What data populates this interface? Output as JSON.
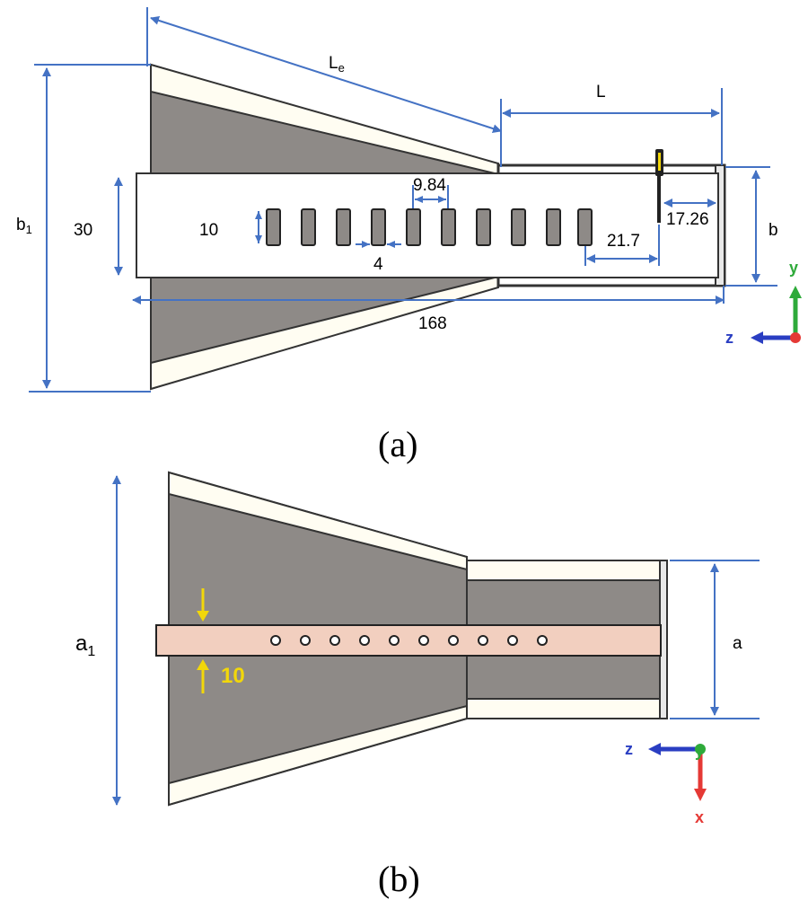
{
  "figure_a": {
    "caption": "(a)",
    "labels": {
      "Le_main": "L",
      "Le_sub": "e",
      "L": "L",
      "b1_main": "b",
      "b1_sub": "1",
      "b": "b",
      "height_30": "30",
      "slot_height": "10",
      "slot_pitch": "9.84",
      "slot_gap": "4",
      "last_slot_to_probe": "21.7",
      "probe_to_end": "17.26",
      "total_length": "168"
    },
    "axes": {
      "vertical": "y",
      "horizontal": "z"
    },
    "slot_count": 10
  },
  "figure_b": {
    "caption": "(b)",
    "labels": {
      "a1_main": "a",
      "a1_sub": "1",
      "a": "a",
      "strip_width": "10"
    },
    "axes": {
      "vertical": "x",
      "horizontal": "z",
      "out_of_plane": "y"
    },
    "hole_count": 10
  },
  "colors": {
    "dimension_line": "#4472c4",
    "horn_fill": "#8e8a87",
    "wall_fill": "#fffdf2",
    "strip_fill": "#f2cfbf",
    "axis_red": "#e53935",
    "axis_green": "#2eaa3a",
    "axis_blue": "#2a3ec2",
    "annotation_yellow": "#f2d70a"
  }
}
